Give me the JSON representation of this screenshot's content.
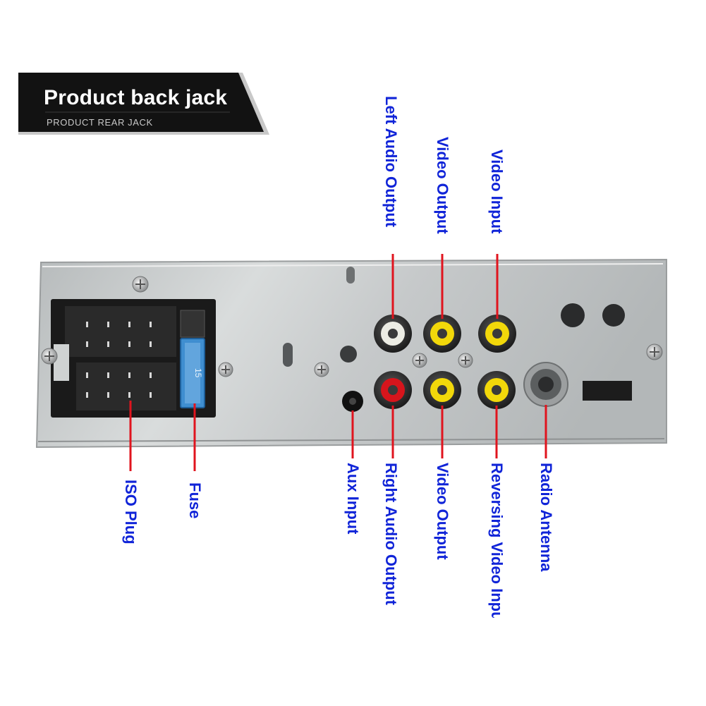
{
  "banner": {
    "title": "Product back jack",
    "subtitle": "PRODUCT REAR JACK"
  },
  "labels": {
    "left_audio_output": "Left Audio Output",
    "video_output_top": "Video Output",
    "video_input": "Video Input",
    "iso_plug": "ISO Plug",
    "fuse": "Fuse",
    "aux_input": "Aux Input",
    "right_audio_output": "Right Audio Output",
    "video_output_bottom": "Video Output",
    "reversing_video_input": "Reversing Video Input",
    "radio_antenna": "Radio Antenna"
  },
  "fuse_rating": "15",
  "colors": {
    "label": "#1024d8",
    "leader": "#e0141e",
    "banner": "#111111",
    "panel": "#cfd2d2",
    "rca_white": "#ecece4",
    "rca_red": "#d6151c",
    "rca_yellow": "#f2d80a",
    "fuse_blue": "#3f8ed0"
  }
}
